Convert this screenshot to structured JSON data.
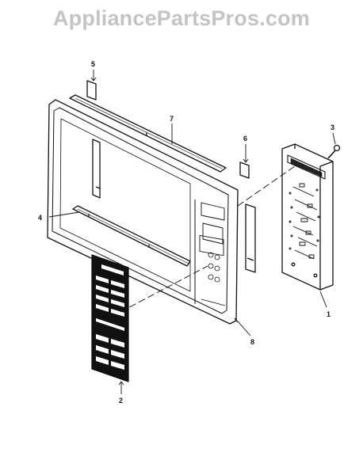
{
  "watermark": "AppliancePartsPros.com",
  "callouts": {
    "c1": "1",
    "c2": "2",
    "c3": "3",
    "c4": "4",
    "c5": "5",
    "c6": "6",
    "c7": "7",
    "c8": "8"
  },
  "colors": {
    "ink": "#111111",
    "watermark": "#c4c4c4"
  }
}
